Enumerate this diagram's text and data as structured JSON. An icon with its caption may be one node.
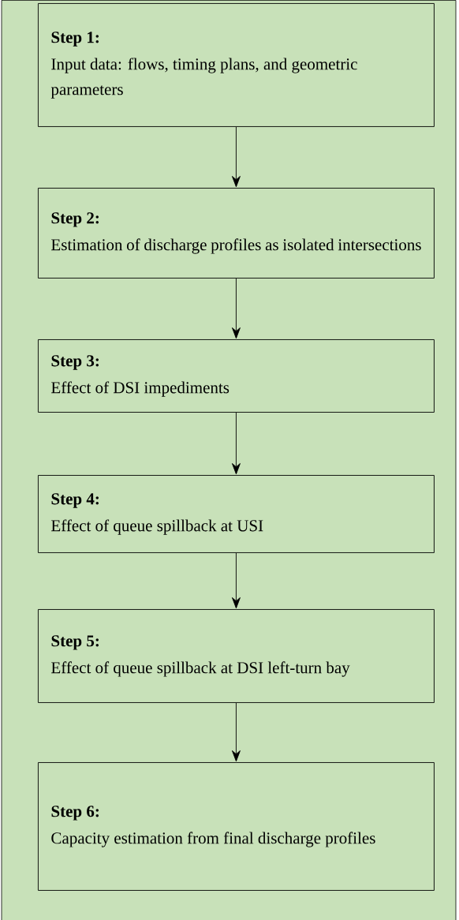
{
  "diagram": {
    "nodes": [
      {
        "text": [
          "Step 1:",
          "Input data: flows, timing plans, and geometric parameters"
        ]
      },
      {
        "text": [
          "Step 2:",
          "Estimation of discharge profiles as isolated intersections"
        ]
      },
      {
        "text": [
          "Step 3:",
          "Effect of DSI impediments"
        ]
      },
      {
        "text": [
          "Step 4:",
          "Effect of queue spillback at USI"
        ]
      },
      {
        "text": [
          "Step 5:",
          "Effect of queue spillback at DSI left-turn bay"
        ]
      },
      {
        "text": [
          "Step 6:",
          "Capacity estimation from final discharge profiles"
        ]
      }
    ],
    "edges": [
      {
        "from": 0,
        "to": 1,
        "arrow": "to"
      },
      {
        "from": 1,
        "to": 2,
        "arrow": "to"
      },
      {
        "from": 2,
        "to": 3,
        "arrow": "to"
      },
      {
        "from": 3,
        "to": 4,
        "arrow": "to"
      },
      {
        "from": 4,
        "to": 5,
        "arrow": "to"
      }
    ]
  }
}
